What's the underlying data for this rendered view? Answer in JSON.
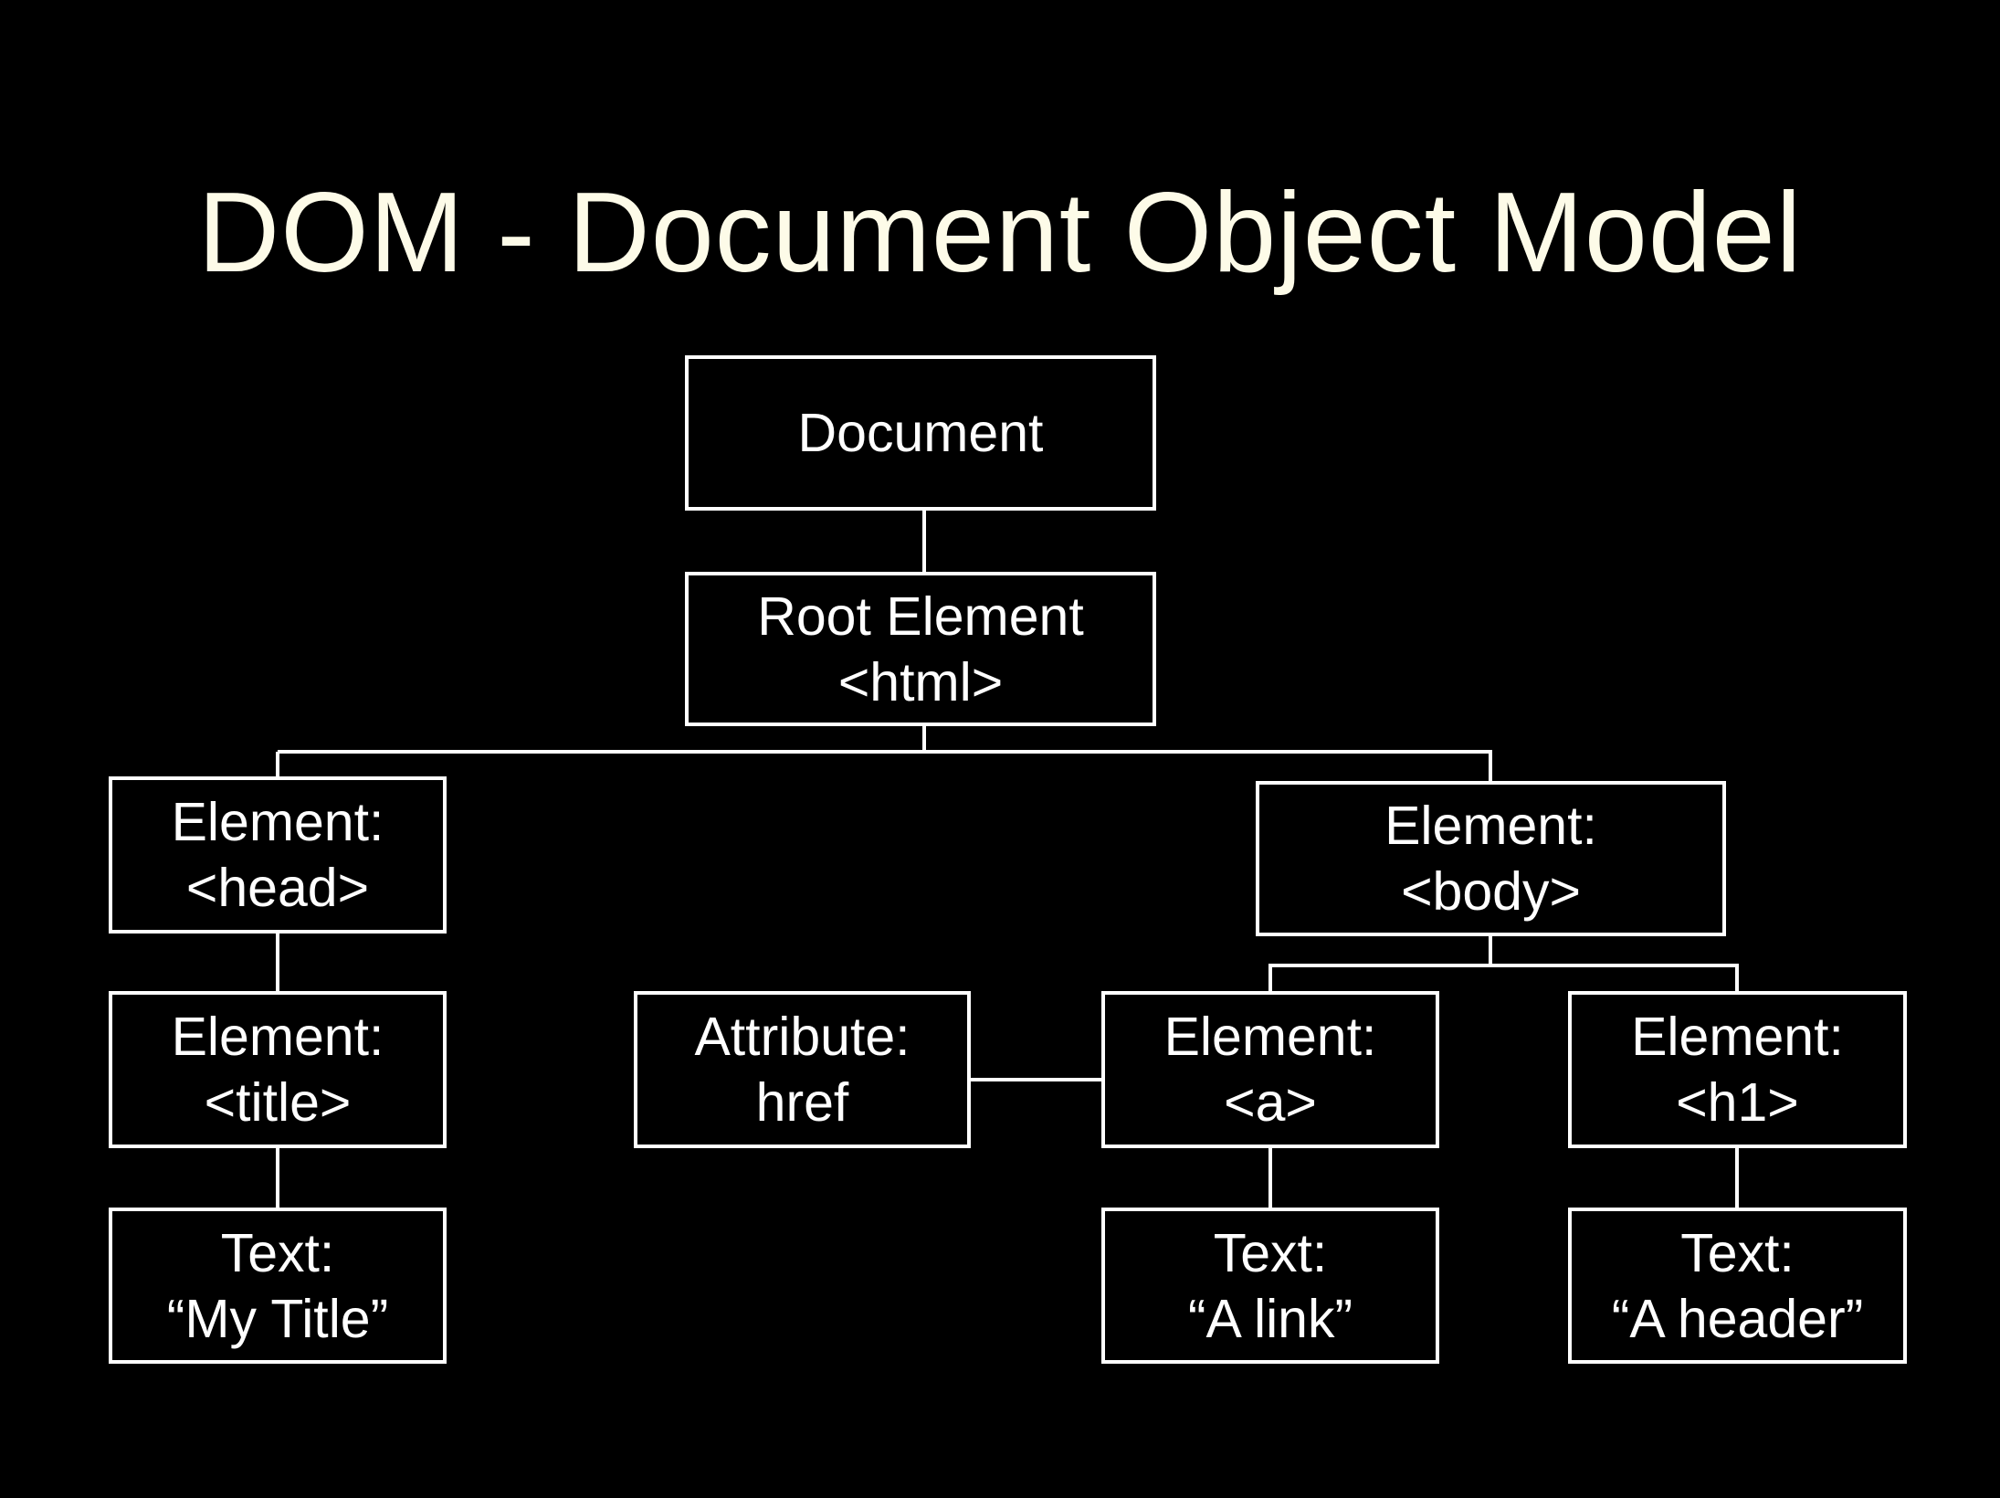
{
  "title": "DOM - Document Object Model",
  "nodes": {
    "document": {
      "lines": [
        "Document"
      ]
    },
    "root": {
      "lines": [
        "Root Element",
        "<html>"
      ]
    },
    "head": {
      "lines": [
        "Element:",
        "<head>"
      ]
    },
    "body": {
      "lines": [
        "Element:",
        "<body>"
      ]
    },
    "title": {
      "lines": [
        "Element:",
        "<title>"
      ]
    },
    "attribute": {
      "lines": [
        "Attribute:",
        "href"
      ]
    },
    "a": {
      "lines": [
        "Element:",
        "<a>"
      ]
    },
    "h1": {
      "lines": [
        "Element:",
        "<h1>"
      ]
    },
    "text_title": {
      "lines": [
        "Text:",
        "“My Title”"
      ]
    },
    "text_link": {
      "lines": [
        "Text:",
        "“A link”"
      ]
    },
    "text_header": {
      "lines": [
        "Text:",
        "“A header”"
      ]
    }
  },
  "colors": {
    "background": "#000000",
    "title": "#fdfbe8",
    "stroke": "#ffffff"
  }
}
